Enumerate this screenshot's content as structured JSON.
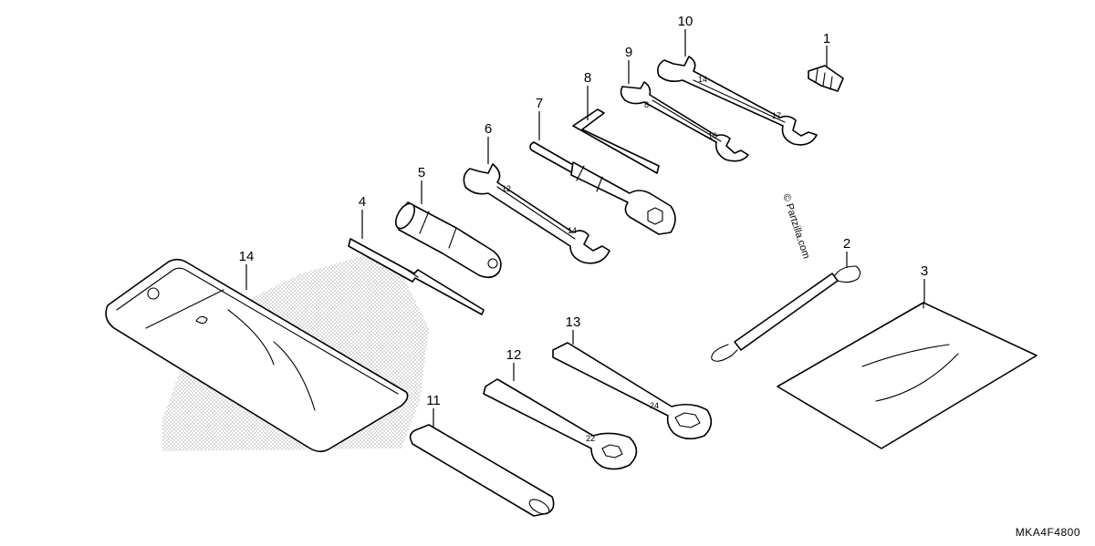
{
  "diagram": {
    "watermark": "© Partzilla.com",
    "diagram_code": "MKA4F4800",
    "callouts": {
      "c1": "1",
      "c2": "2",
      "c3": "3",
      "c4": "4",
      "c5": "5",
      "c6": "6",
      "c7": "7",
      "c8": "8",
      "c9": "9",
      "c10": "10",
      "c11": "11",
      "c12": "12",
      "c13": "13",
      "c14": "14"
    },
    "stamps": {
      "w6a": "12",
      "w6b": "14",
      "w9a": "8",
      "w9b": "10",
      "w10a": "14",
      "w10b": "17",
      "w12": "22",
      "w13": "24"
    }
  }
}
